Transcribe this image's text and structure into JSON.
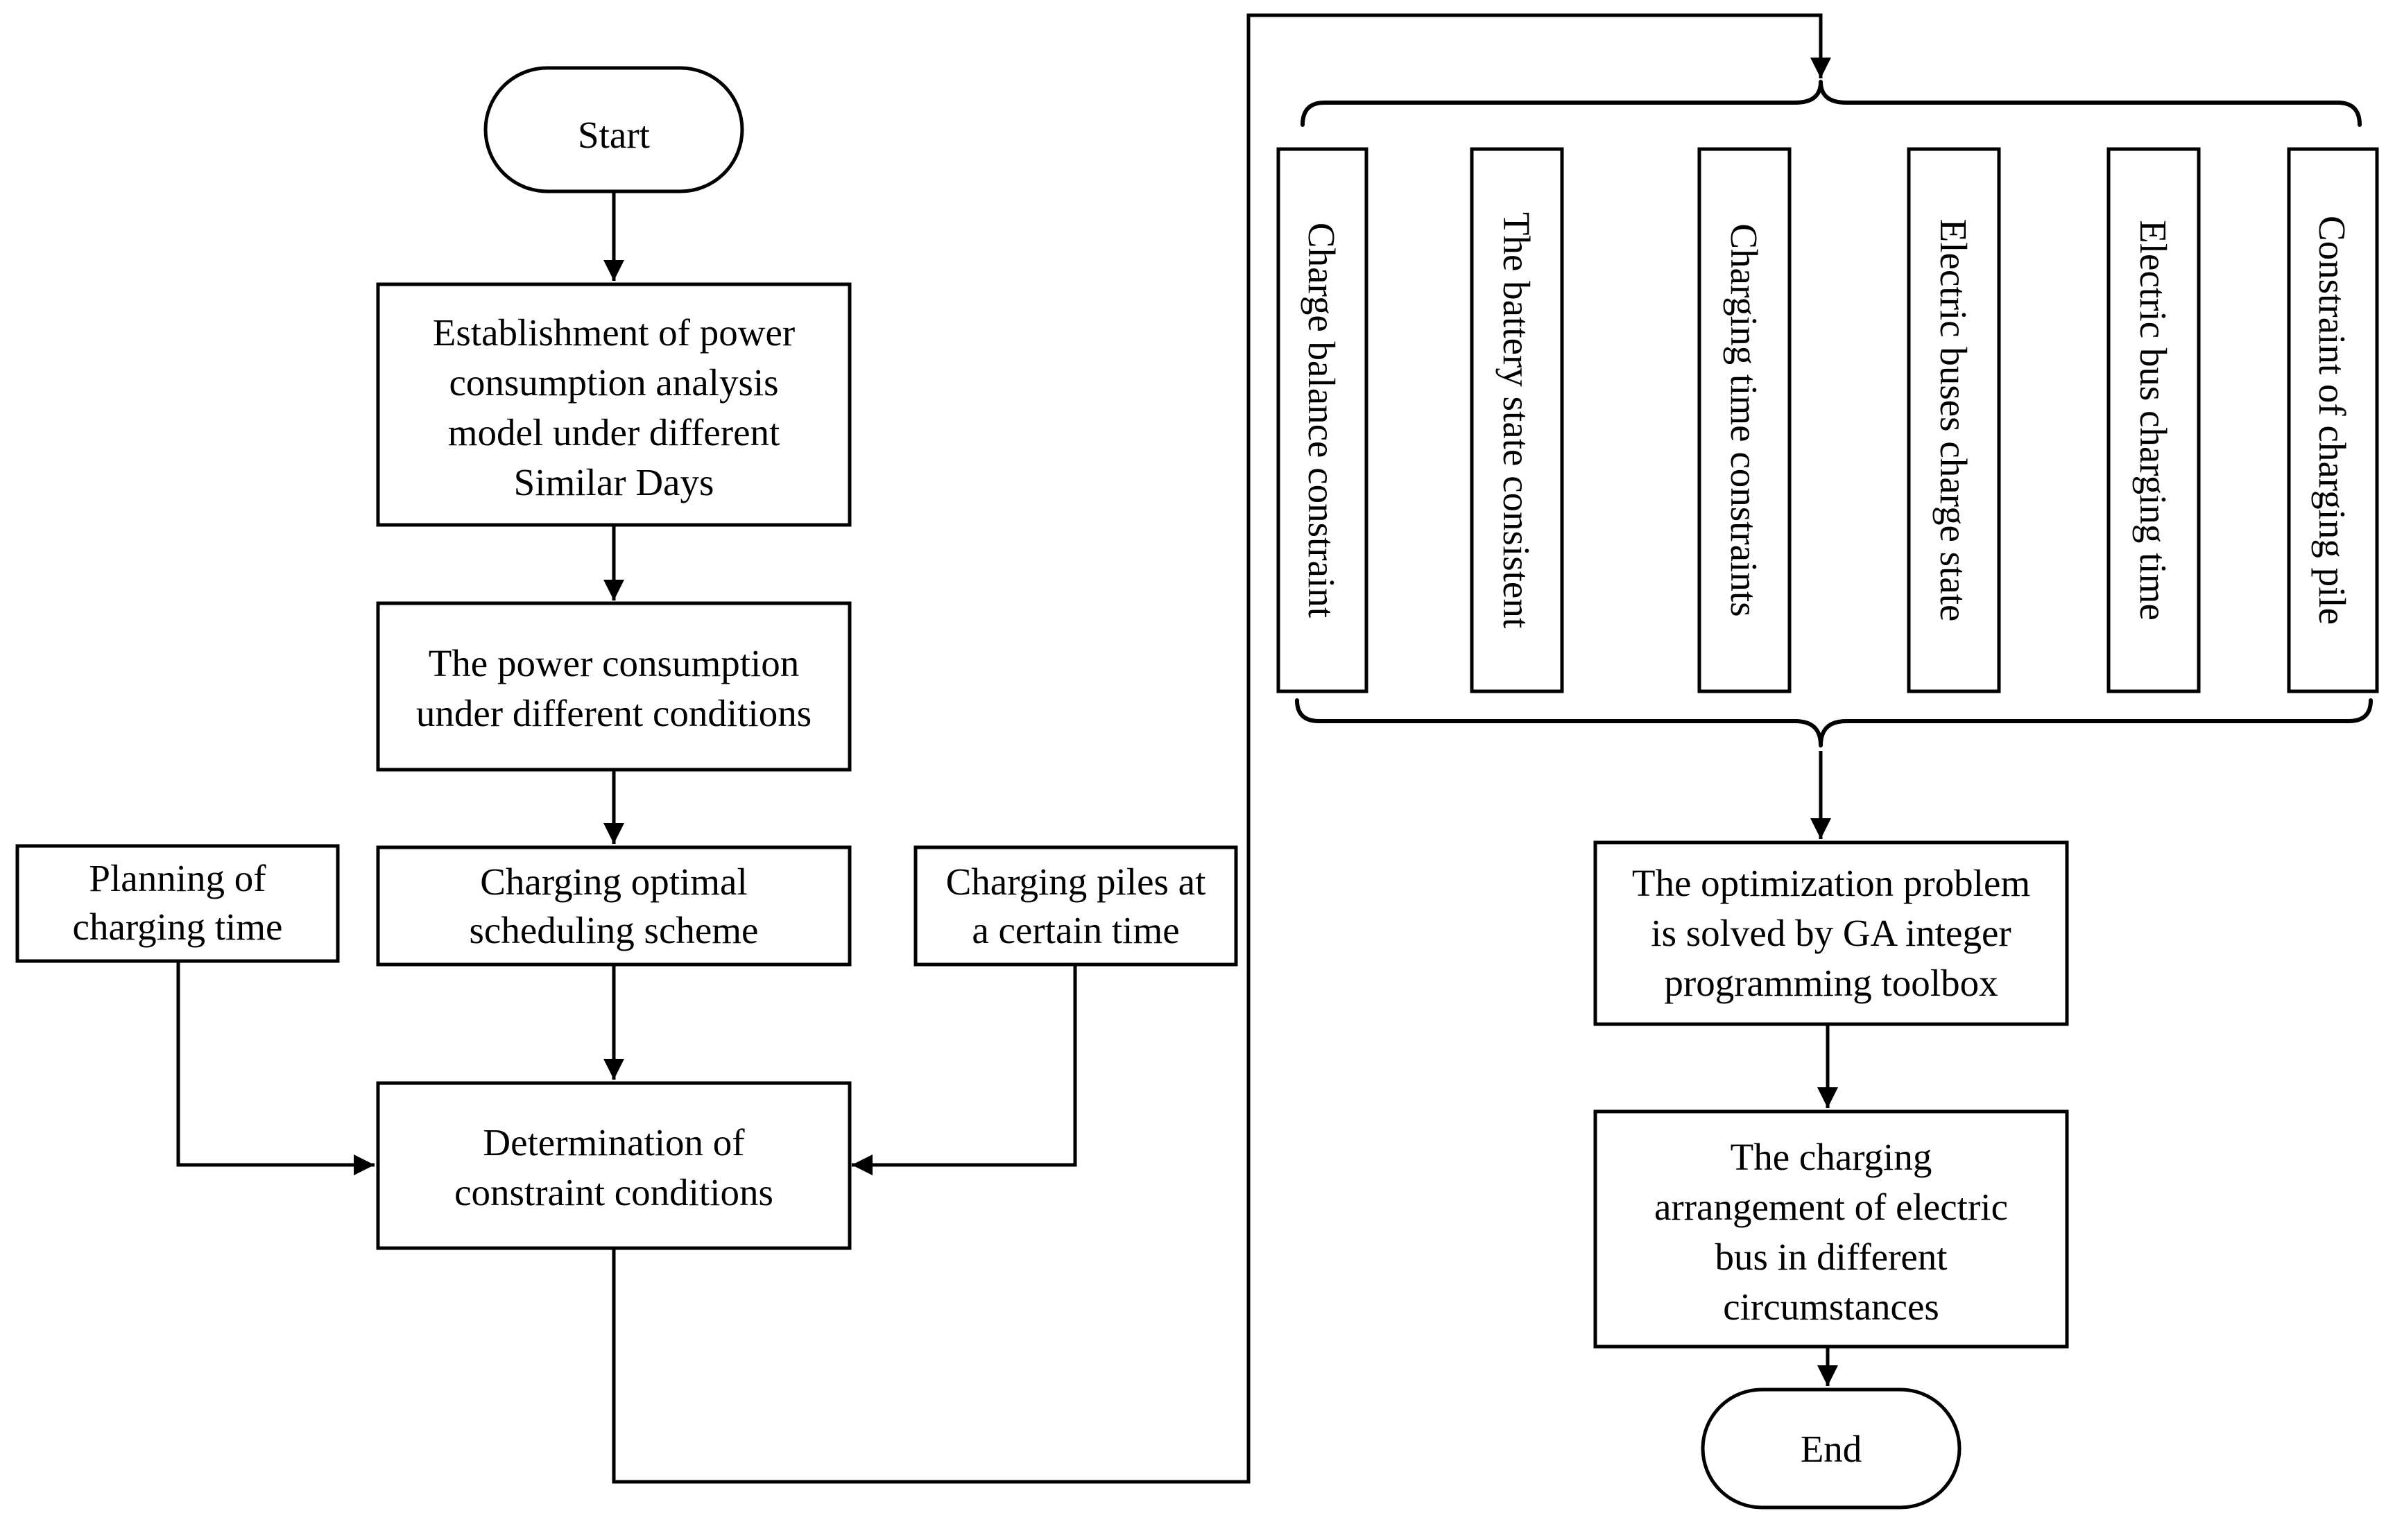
{
  "nodes": {
    "start": {
      "lines": [
        "Start"
      ]
    },
    "establish_model": {
      "lines": [
        "Establishment of power",
        "consumption analysis",
        "model under different",
        "Similar Days"
      ]
    },
    "power_consumption": {
      "lines": [
        "The power consumption",
        "under different conditions"
      ]
    },
    "planning_time": {
      "lines": [
        "Planning of",
        "charging time"
      ]
    },
    "scheduling": {
      "lines": [
        "Charging optimal",
        "scheduling scheme"
      ]
    },
    "charging_piles": {
      "lines": [
        "Charging piles at",
        "a certain time"
      ]
    },
    "constraints": {
      "lines": [
        "Determination of",
        "constraint conditions"
      ]
    },
    "ga_solve": {
      "lines": [
        "The optimization problem",
        "is solved by GA integer",
        "programming toolbox"
      ]
    },
    "arrangement": {
      "lines": [
        "The charging",
        "arrangement of electric",
        "bus in different",
        "circumstances"
      ]
    },
    "end": {
      "lines": [
        "End"
      ]
    }
  },
  "constraint_list": [
    "Charge balance constraint",
    "The battery state  consistent",
    "Charging time constraints",
    "Electric buses charge state",
    "Electric bus charging time",
    "Constraint of charging pile"
  ]
}
